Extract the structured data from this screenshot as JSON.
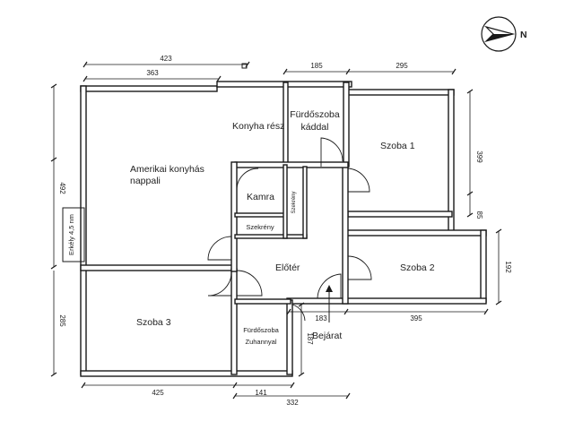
{
  "rooms": {
    "living": [
      "Amerikai konyhás",
      "nappali"
    ],
    "kitchen": "Konyha rész",
    "bath_tub": [
      "Fürdőszoba",
      "káddal"
    ],
    "room1": "Szoba 1",
    "pantry": "Kamra",
    "closet_v": "Szekrény",
    "closet_h": "Szekrény",
    "hall": "Előtér",
    "room2": "Szoba 2",
    "room3": "Szoba 3",
    "bath_shower": [
      "Fürdőszoba",
      "Zuhannyal"
    ],
    "balcony": "Erkély 4,5 nm",
    "entrance": "Bejárat"
  },
  "dimensions": {
    "top_423": "423",
    "top_363": "363",
    "top_185": "185",
    "top_295": "295",
    "right_399": "399",
    "right_85": "85",
    "right_192": "192",
    "mid_183": "183",
    "mid_395": "395",
    "left_492": "492",
    "left_285": "285",
    "bath_187": "187",
    "bot_425": "425",
    "bot_141": "141",
    "bot_332": "332"
  },
  "compass": {
    "letter": "N",
    "color": "#1a1a1a"
  }
}
